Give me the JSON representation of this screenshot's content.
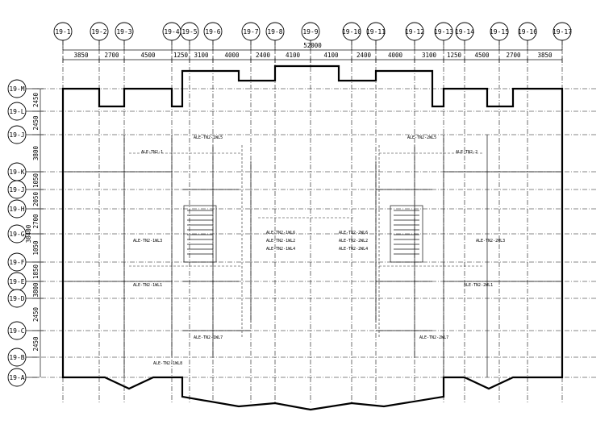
{
  "axes_top": [
    "19-1",
    "19-2",
    "19-3",
    "19-4",
    "19-5",
    "19-6",
    "19-7",
    "19-8",
    "19-9",
    "19-10",
    "19-11",
    "19-12",
    "19-13",
    "19-14",
    "19-15",
    "19-16",
    "19-17"
  ],
  "axes_left": [
    "19-M",
    "19-L",
    "19-J",
    "19-K",
    "19-J",
    "19-H",
    "19-G",
    "19-F",
    "19-E",
    "19-D",
    "19-C",
    "19-B",
    "19-A"
  ],
  "overall_width": "52000",
  "top_dims": [
    "3850",
    "2700",
    "4500",
    "1250",
    "3100",
    "4000",
    "2400",
    "4100",
    "4100",
    "2400",
    "4000",
    "3100",
    "1250",
    "4500",
    "2700",
    "3850"
  ],
  "left_dims": [
    "2450",
    "2450",
    "3800",
    "1050",
    "2050",
    "2700",
    "1050",
    "1850",
    "3800",
    "2450",
    "2450"
  ],
  "left_total": "30400",
  "circuit_labels": [
    "ALE-TN2-1",
    "ALE-TN2-2",
    "ALE-TN2-1WL5",
    "ALE-TN2-2WL5",
    "ALE-TN2-1WL3",
    "ALE-TN2-2WL3",
    "ALE-TN2-1WL6",
    "ALE-TN2-2WL6",
    "ALE-TN2-1WL4",
    "ALE-TN2-2WL4",
    "ALE-TN2-1WL2",
    "ALE-TN2-2WL2",
    "ALE-TN2-1WL1",
    "ALE-TN2-2WL1",
    "ALE-TN2-1WL7",
    "ALE-TN2-2WL7",
    "ALE-TN2-1WL8"
  ]
}
